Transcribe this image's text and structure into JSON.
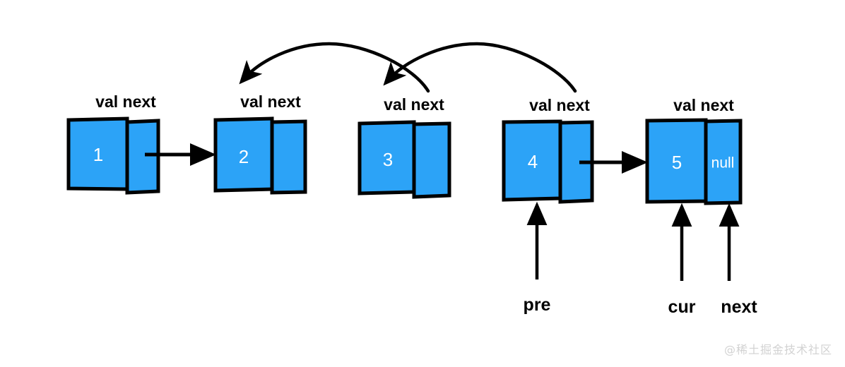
{
  "diagram": {
    "title_hidden": "linked-list-reversal",
    "colors": {
      "node_fill": "#2CA3F7",
      "node_stroke": "#000000",
      "node_text": "#ffffff",
      "label_text": "#000000",
      "watermark": "#d2d2d2",
      "background": "#ffffff"
    },
    "header_label": "val next",
    "nodes": [
      {
        "id": "node-1",
        "header": "val next",
        "value": "1",
        "next_text": ""
      },
      {
        "id": "node-2",
        "header": "val next",
        "value": "2",
        "next_text": ""
      },
      {
        "id": "node-3",
        "header": "val next",
        "value": "3",
        "next_text": ""
      },
      {
        "id": "node-4",
        "header": "val next",
        "value": "4",
        "next_text": ""
      },
      {
        "id": "node-5",
        "header": "val next",
        "value": "5",
        "next_text": "null"
      }
    ],
    "pointers": [
      {
        "id": "pointer-pre",
        "label": "pre",
        "target": "node-4-val"
      },
      {
        "id": "pointer-cur",
        "label": "cur",
        "target": "node-5-val"
      },
      {
        "id": "pointer-next",
        "label": "next",
        "target": "node-5-next"
      }
    ],
    "links": [
      {
        "id": "link-1-to-2",
        "type": "straight",
        "from": "node-1-next",
        "to": "node-2-val"
      },
      {
        "id": "link-4-to-5",
        "type": "straight",
        "from": "node-4-next",
        "to": "node-5-val"
      },
      {
        "id": "link-3-to-2",
        "type": "curved",
        "from": "node-3-next",
        "to": "node-2-top"
      },
      {
        "id": "link-4-to-3",
        "type": "curved",
        "from": "node-4-next",
        "to": "node-3-top"
      }
    ],
    "watermark": "@稀土掘金技术社区"
  }
}
